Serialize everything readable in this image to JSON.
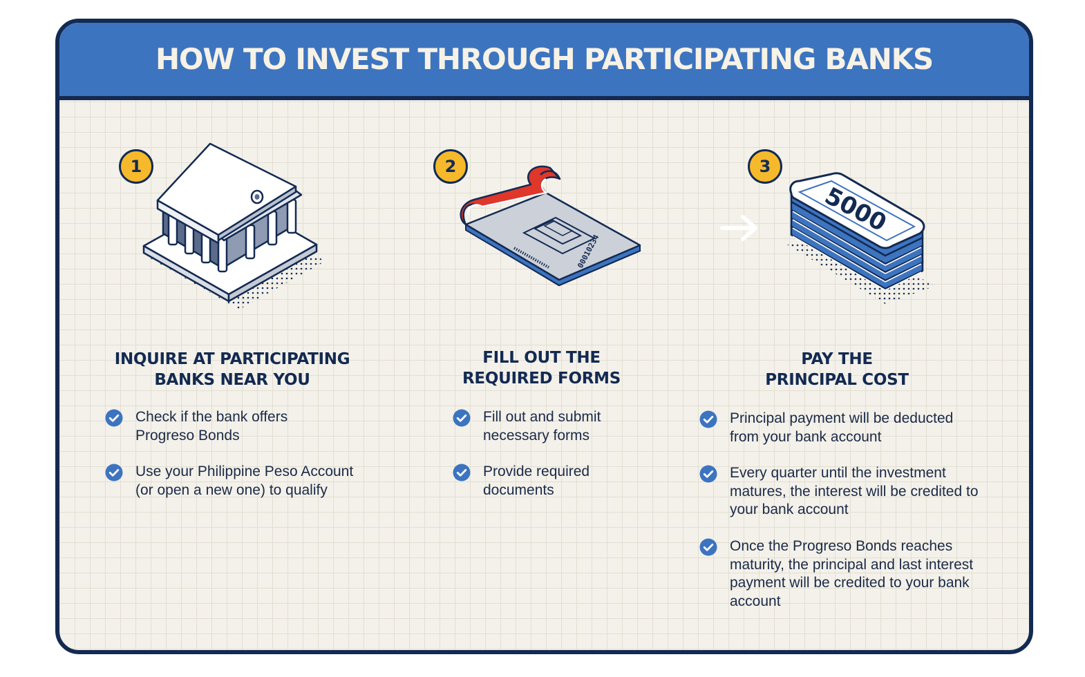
{
  "title": "HOW TO INVEST THROUGH PARTICIPATING BANKS",
  "colors": {
    "header_blue": "#3d74c0",
    "navy": "#132a52",
    "badge_yellow": "#f6b92b",
    "grid_background": "#f3f1ea",
    "accent_red": "#e0372b"
  },
  "steps": [
    {
      "number": "1",
      "icon": "bank-building-icon",
      "heading_line1": "INQUIRE AT PARTICIPATING",
      "heading_line2": "BANKS NEAR YOU",
      "items": [
        "Check if the bank offers Progreso Bonds",
        "Use your Philippine Peso Account (or open a new one) to qualify"
      ]
    },
    {
      "number": "2",
      "icon": "form-document-icon",
      "form_serial": "00010234",
      "heading_line1": "FILL OUT THE",
      "heading_line2": "REQUIRED FORMS",
      "items": [
        "Fill out and submit necessary forms",
        "Provide required documents"
      ]
    },
    {
      "number": "3",
      "icon": "money-stack-icon",
      "amount": "5000",
      "heading_line1": "PAY THE",
      "heading_line2": "PRINCIPAL COST",
      "items": [
        "Principal payment will be deducted from your bank account",
        "Every quarter until the investment matures, the interest will be credited to your bank account",
        "Once the Progreso Bonds reaches maturity, the principal and last interest payment will be credited to your bank account"
      ]
    }
  ]
}
